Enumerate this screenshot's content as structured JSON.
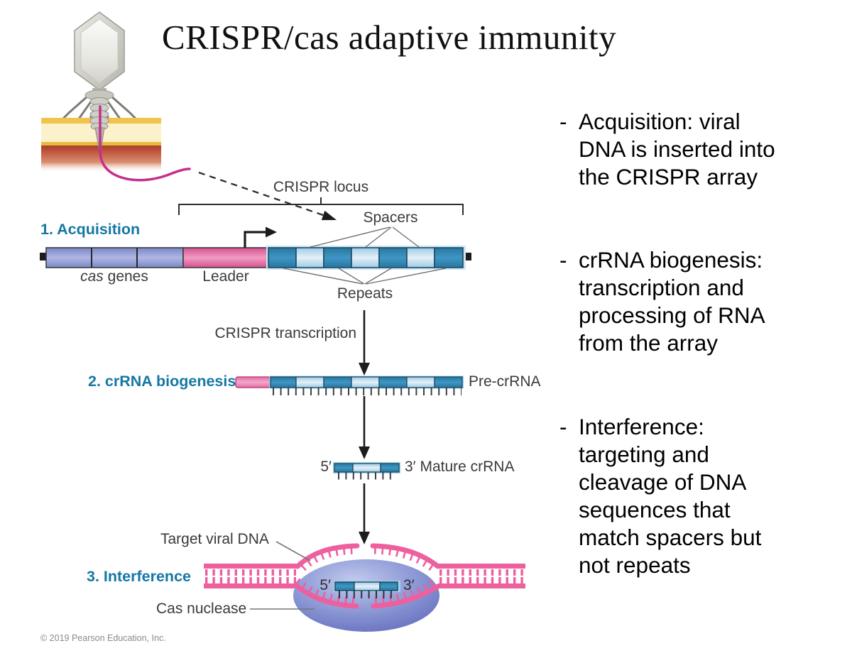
{
  "title": "CRISPR/cas adaptive immunity",
  "bullets": {
    "marker": "-",
    "items": [
      {
        "lines": [
          "Acquisition: viral",
          "DNA is inserted into",
          "the CRISPR array"
        ]
      },
      {
        "lines": [
          "crRNA biogenesis:",
          "transcription and",
          "processing of RNA",
          "from the array"
        ]
      },
      {
        "lines": [
          "Interference:",
          "targeting and",
          "cleavage of DNA",
          "sequences that",
          "match spacers but",
          "not repeats"
        ]
      }
    ]
  },
  "diagram": {
    "crispr_locus": "CRISPR locus",
    "spacers": "Spacers",
    "repeats": "Repeats",
    "cas_italic": "cas",
    "genes": " genes",
    "leader": "Leader",
    "step1": "1. Acquisition",
    "step2": "2. crRNA biogenesis",
    "step3": "3. Interference",
    "crispr_transcription": "CRISPR transcription",
    "pre_crrna": "Pre-crRNA",
    "five_prime": "5′",
    "three_prime": "3′",
    "three_prime_mature": "3′ Mature crRNA",
    "target_viral_dna": "Target viral DNA",
    "cas_nuclease": "Cas nuclease"
  },
  "footer": {
    "copyright": "© 2019 Pearson Education, Inc."
  },
  "colors": {
    "step_label_teal": "#1577a4",
    "cas_genes_fill": "#8e9ad6",
    "leader_pink": "#e0679f",
    "repeat_dark_blue": "#2e86b8",
    "spacer_light_blue": "#c3ddef",
    "dna_pink": "#ee5f9e",
    "nuclease_blue": "#7b86cc",
    "membrane_yellow": "#fbf2cc",
    "membrane_gold": "#f1c34b",
    "membrane_red": "#b04730",
    "label_gray": "#3a3a3a"
  }
}
